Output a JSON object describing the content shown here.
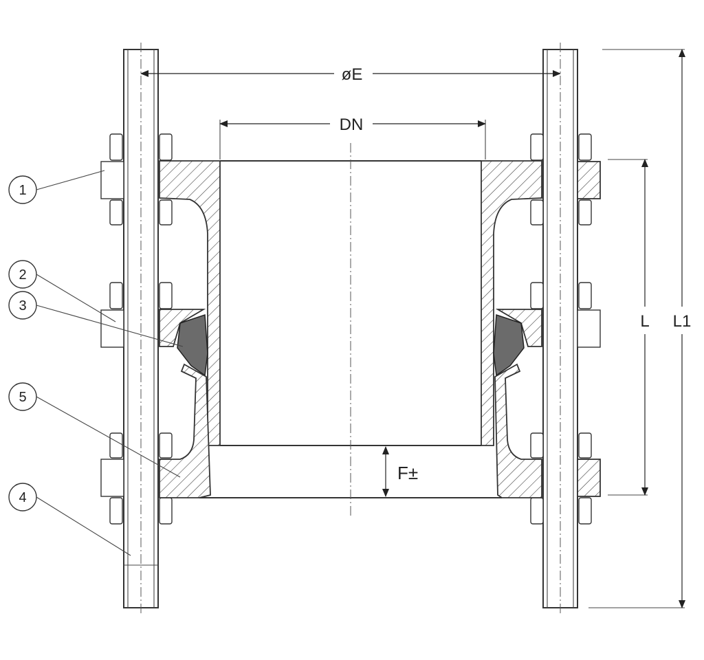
{
  "dimensions": {
    "outer_diameter": "øE",
    "nominal_diameter": "DN",
    "travel": "F±",
    "length": "L",
    "total_length": "L1"
  },
  "callouts": [
    "1",
    "2",
    "3",
    "5",
    "4"
  ],
  "colors": {
    "line": "#333333",
    "seal": "#6b6b6b",
    "background": "#ffffff"
  }
}
